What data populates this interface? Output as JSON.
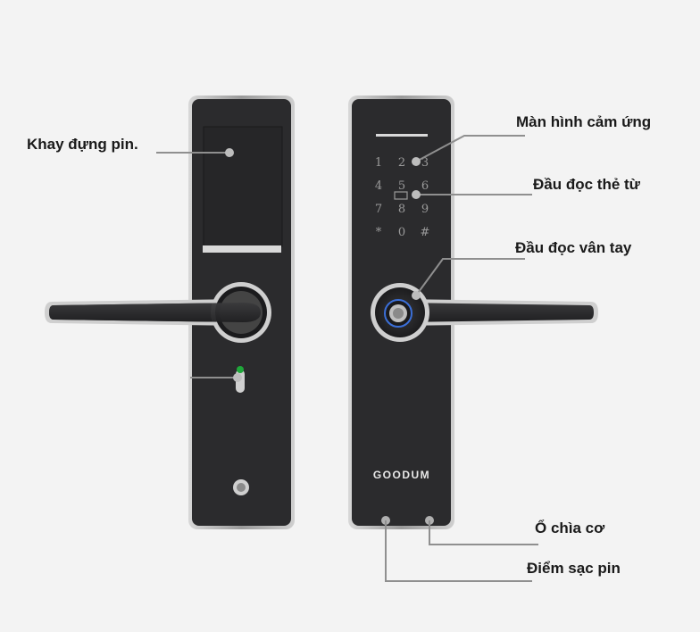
{
  "labels": {
    "battery_tray": "Khay đựng pin.",
    "touch_screen": "Màn hình cảm ứng",
    "card_reader": "Đầu đọc thẻ từ",
    "fingerprint_reader": "Đầu đọc vân tay",
    "mechanical_key": "Ổ chìa cơ",
    "charging_point": "Điểm sạc pin"
  },
  "keypad": [
    "1",
    "2",
    "3",
    "4",
    "5",
    "6",
    "7",
    "8",
    "9",
    "*",
    "0",
    "#"
  ],
  "brand": "GOODUM",
  "colors": {
    "background": "#f3f3f3",
    "panel": "#2b2b2d",
    "panel_rim": "#b9b9b9",
    "leader_line": "#8f8f8f",
    "indicator_green": "#1fa83a",
    "label_text": "#1a1a1a"
  }
}
